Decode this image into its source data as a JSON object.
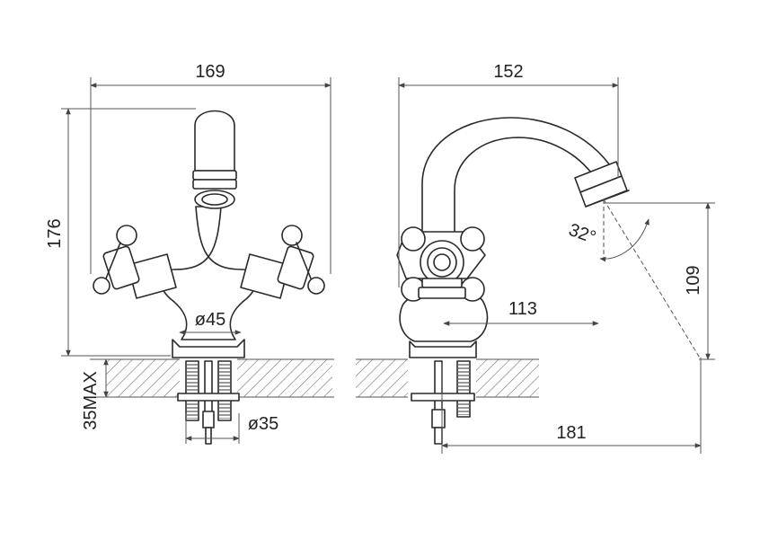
{
  "dimensions": {
    "front_width": "169",
    "front_height": "176",
    "base_diameter": "ø45",
    "pipe_diameter": "ø35",
    "max_counter": "35MAX",
    "side_width": "152",
    "spout_angle": "32°",
    "spout_reach": "113",
    "spout_height": "109",
    "total_depth": "181"
  },
  "colors": {
    "line": "#2a2a2a",
    "dimension": "#555555",
    "background": "#ffffff"
  }
}
